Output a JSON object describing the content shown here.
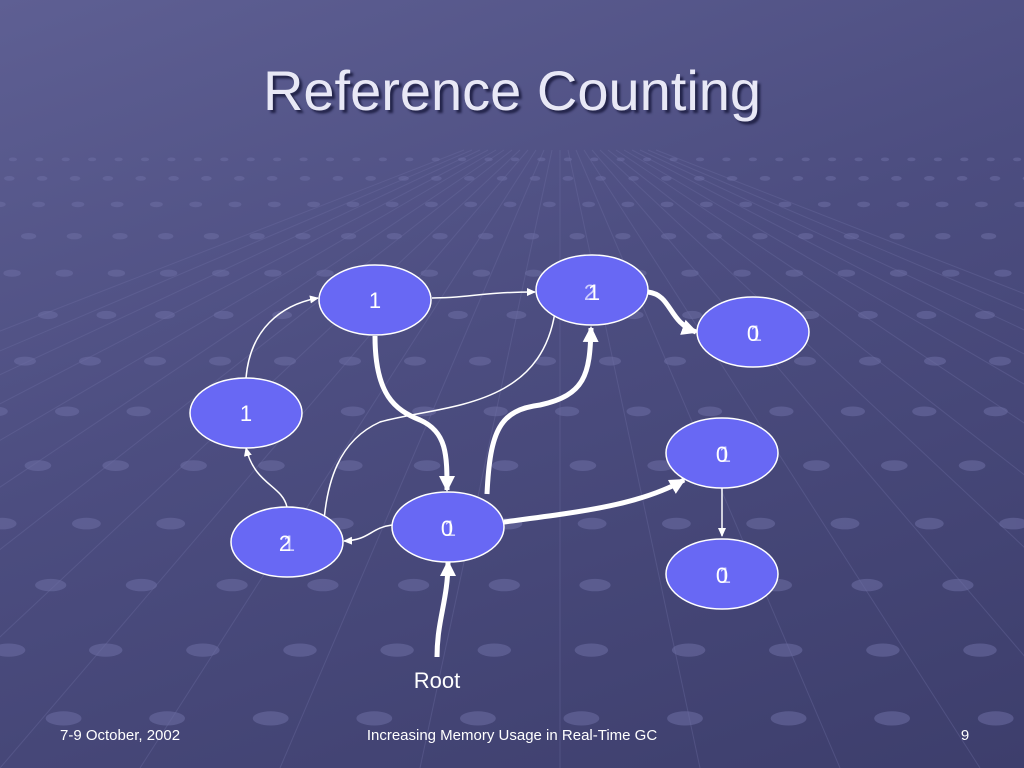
{
  "slide": {
    "title": "Reference Counting",
    "footer_date": "7-9 October, 2002",
    "footer_title": "Increasing Memory Usage in Real-Time GC",
    "page_number": "9"
  },
  "colors": {
    "node_fill": "#6868f4",
    "node_stroke": "#ffffff",
    "edge": "#ffffff"
  },
  "diagram": {
    "root_label": "Root",
    "nodes": [
      {
        "id": "n1",
        "count": "1",
        "ghost": ""
      },
      {
        "id": "n2",
        "count": "1",
        "ghost": "2"
      },
      {
        "id": "n3",
        "count": "0",
        "ghost": "1"
      },
      {
        "id": "n4",
        "count": "1",
        "ghost": ""
      },
      {
        "id": "n5",
        "count": "0",
        "ghost": "1"
      },
      {
        "id": "n6",
        "count": "2",
        "ghost": "1"
      },
      {
        "id": "n7",
        "count": "0",
        "ghost": "1"
      },
      {
        "id": "n8",
        "count": "0",
        "ghost": "1"
      }
    ],
    "edges": [
      {
        "from": "n1",
        "to": "n2",
        "weight": "thin"
      },
      {
        "from": "n2",
        "to": "n3",
        "weight": "thick"
      },
      {
        "from": "n2",
        "to": "n6",
        "weight": "thin"
      },
      {
        "from": "n1",
        "to": "n7",
        "weight": "thick"
      },
      {
        "from": "n4",
        "to": "n1",
        "weight": "thin"
      },
      {
        "from": "n6",
        "to": "n4",
        "weight": "thin"
      },
      {
        "from": "n7",
        "to": "n6",
        "weight": "thin"
      },
      {
        "from": "n7",
        "to": "n2",
        "weight": "thick"
      },
      {
        "from": "n7",
        "to": "n5",
        "weight": "thick"
      },
      {
        "from": "n5",
        "to": "n8",
        "weight": "thin"
      },
      {
        "from": "root",
        "to": "n7",
        "weight": "thick"
      }
    ]
  }
}
